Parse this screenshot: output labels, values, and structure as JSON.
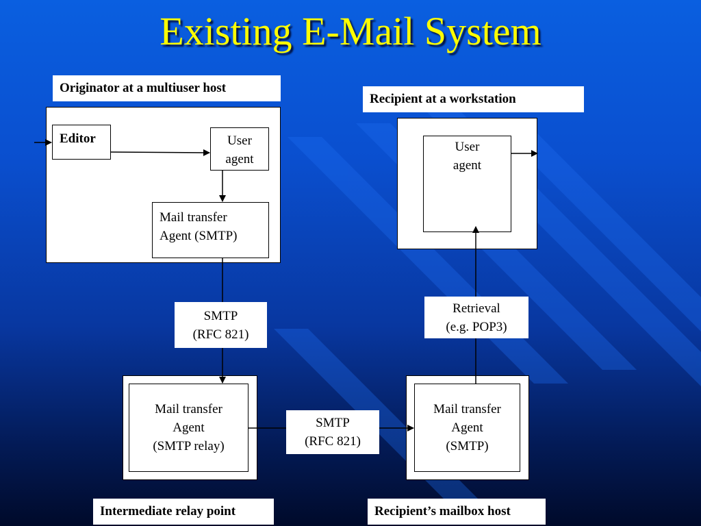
{
  "slide": {
    "title": "Existing E-Mail System"
  },
  "labels": {
    "originator": "Originator at a multiuser host",
    "recipient_ws": "Recipient at a workstation",
    "relay": "Intermediate relay point",
    "mailbox_host": "Recipient’s mailbox host"
  },
  "nodes": {
    "editor": "Editor",
    "user_agent_origin": "User\nagent",
    "mta_origin": "Mail transfer\nAgent (SMTP)",
    "user_agent_recipient": "User\nagent",
    "mta_relay": "Mail transfer\nAgent\n(SMTP relay)",
    "mta_mailbox": "Mail transfer\nAgent\n(SMTP)"
  },
  "protocols": {
    "smtp_vertical": "SMTP\n(RFC 821)",
    "smtp_horizontal": "SMTP\n(RFC 821)",
    "retrieval": "Retrieval\n(e.g. POP3)"
  },
  "colors": {
    "title": "#ffff00",
    "background_top": "#0a5fe0",
    "background_bottom": "#000a2a",
    "boxes": "#ffffff",
    "lines": "#000000"
  }
}
